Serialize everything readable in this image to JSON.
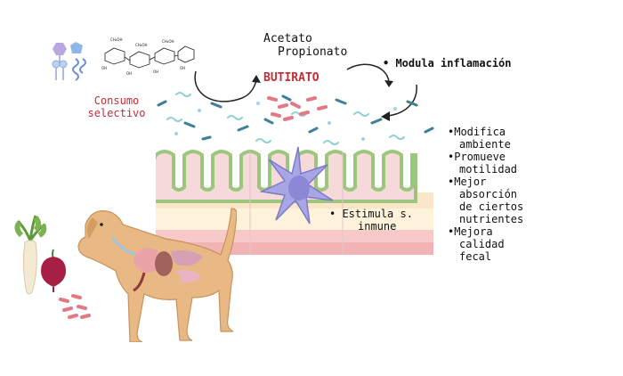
{
  "labels": {
    "consumo_line1": "Consumo",
    "consumo_line2": "selectivo",
    "acetato": "Acetato",
    "propionato": "Propionato",
    "butirato": "BUTIRATO",
    "modula": "• Modula inflamación",
    "estimula_line1": "• Estimula s.",
    "estimula_line2": "inmune"
  },
  "benefits": [
    {
      "lines": [
        "Modifica",
        "ambiente"
      ]
    },
    {
      "lines": [
        "Promueve",
        "motilidad"
      ]
    },
    {
      "lines": [
        "Mejor",
        "absorción",
        "de ciertos",
        "nutrientes"
      ]
    },
    {
      "lines": [
        "Mejora",
        "calidad",
        "fecal"
      ]
    }
  ],
  "colors": {
    "butirato_red": "#c62d36",
    "villi_green": "#b4d69a",
    "tissue_pink": "#f2c8c8",
    "dog_tan": "#e8b985",
    "immune_cell": "#a9a6e6",
    "bacteria_pink": "#e07a86",
    "bacteria_blue": "#3f7f98",
    "bacteria_teal": "#8fd1d6"
  },
  "icons": [
    "prebiotic-fiber-icon",
    "sugar-chain-icon",
    "bacteria-cloud-icon",
    "intestinal-villi-icon",
    "dendritic-cell-icon",
    "dog-anatomy-icon",
    "beet-icon",
    "root-vegetable-icon",
    "curved-arrow-icon"
  ]
}
